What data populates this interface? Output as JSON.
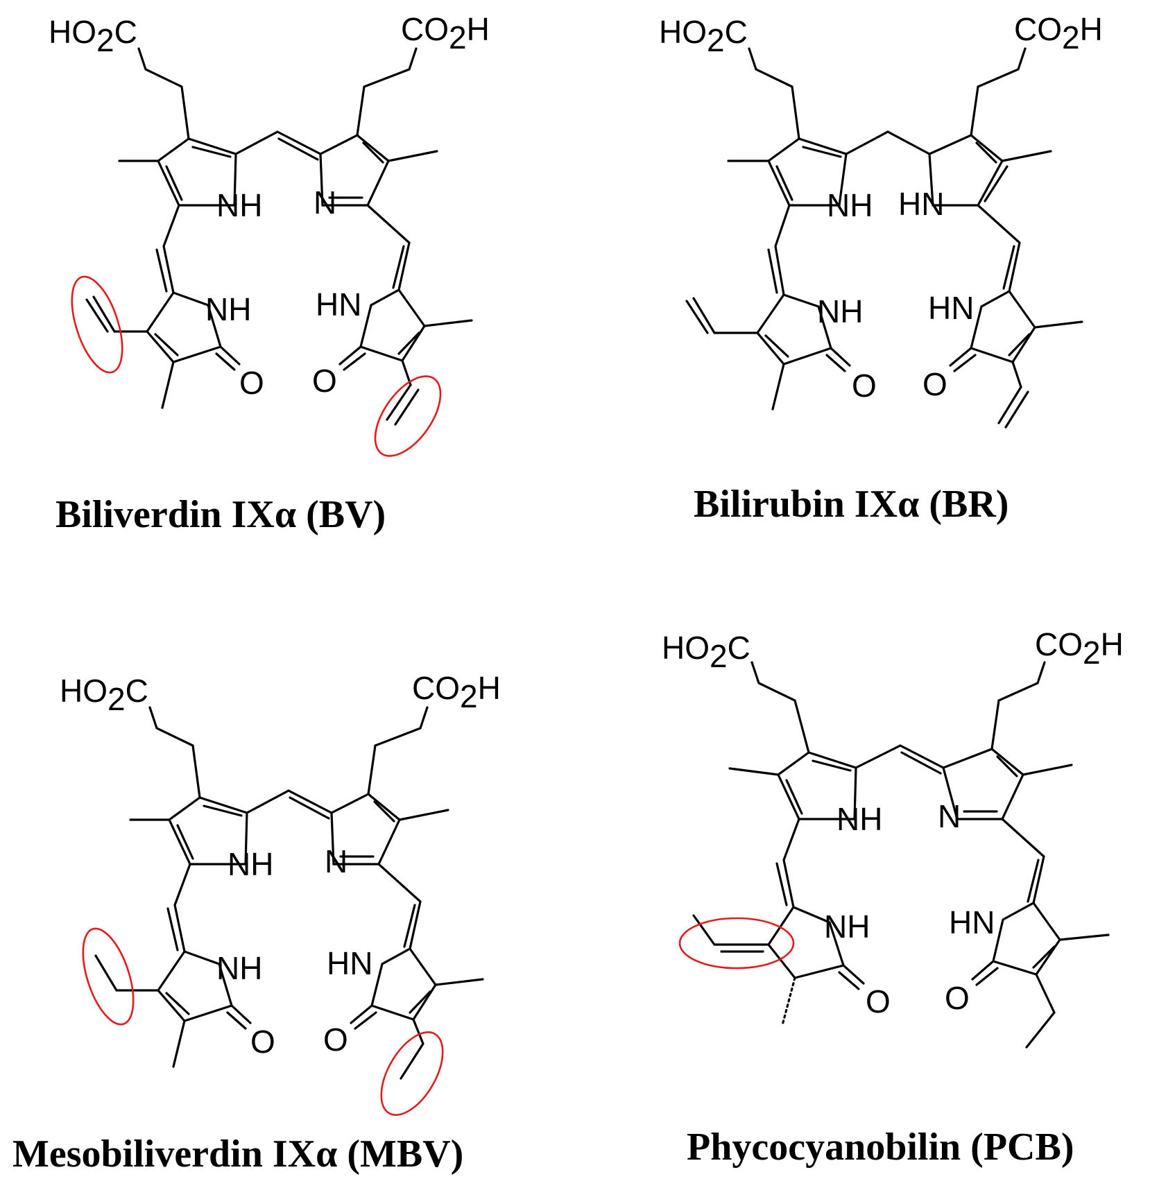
{
  "molecules": [
    {
      "caption": "Biliverdin IXα (BV)",
      "labels": {
        "acid_left": "HO",
        "acid_left_sub": "2",
        "acid_left_tail": "C",
        "acid_right": "CO",
        "acid_right_sub": "2",
        "acid_right_tail": "H",
        "ringA_n": "NH",
        "ringB_n": "N",
        "ringC_n": "NH",
        "ringD_n": "HN",
        "oxo_left": "O",
        "oxo_right": "O"
      },
      "highlights": [
        "vinyl-left",
        "vinyl-right"
      ]
    },
    {
      "caption": "Bilirubin IXα (BR)",
      "labels": {
        "acid_left": "HO",
        "acid_left_sub": "2",
        "acid_left_tail": "C",
        "acid_right": "CO",
        "acid_right_sub": "2",
        "acid_right_tail": "H",
        "ringA_n": "NH",
        "ringB_n": "HN",
        "ringC_n": "NH",
        "ringD_n": "HN",
        "oxo_left": "O",
        "oxo_right": "O"
      },
      "highlights": []
    },
    {
      "caption": "Mesobiliverdin IXα (MBV)",
      "labels": {
        "acid_left": "HO",
        "acid_left_sub": "2",
        "acid_left_tail": "C",
        "acid_right": "CO",
        "acid_right_sub": "2",
        "acid_right_tail": "H",
        "ringA_n": "NH",
        "ringB_n": "N",
        "ringC_n": "NH",
        "ringD_n": "HN",
        "oxo_left": "O",
        "oxo_right": "O"
      },
      "highlights": [
        "ethyl-left",
        "ethyl-right"
      ]
    },
    {
      "caption": "Phycocyanobilin (PCB)",
      "labels": {
        "acid_left": "HO",
        "acid_left_sub": "2",
        "acid_left_tail": "C",
        "acid_right": "CO",
        "acid_right_sub": "2",
        "acid_right_tail": "H",
        "ringA_n": "NH",
        "ringB_n": "N",
        "ringC_n": "NH",
        "ringD_n": "HN",
        "oxo_left": "O",
        "oxo_right": "O"
      },
      "highlights": [
        "ethylidene"
      ]
    }
  ],
  "colors": {
    "bond": "#000000",
    "highlight": "#e41a1c",
    "background": "#ffffff"
  }
}
